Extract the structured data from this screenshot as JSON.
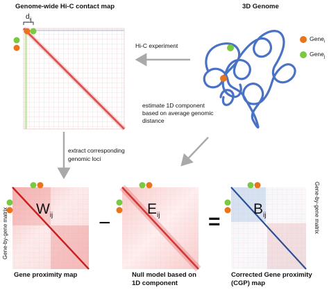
{
  "titles": {
    "hic_map": "Genome-wide Hi-C contact map",
    "genome3d": "3D Genome"
  },
  "labels": {
    "dij": "d",
    "dij_sub": "ij",
    "hic_experiment": "Hi-C experiment",
    "estimate_line1": "estimate 1D component",
    "estimate_line2": "based on average genomic",
    "estimate_line3": "distance",
    "extract_line1": "extract corresponding",
    "extract_line2": "genomic loci",
    "gene_i": "Gene",
    "gene_j": "Gene",
    "gene_i_sub": "i",
    "gene_j_sub": "j",
    "gene_by_gene_left": "Gene-by-gene matrix",
    "gene_by_gene_right": "Gene-by-gene matrix"
  },
  "matrices": {
    "w": {
      "letter": "W",
      "sub": "ij",
      "caption": "Gene proximity map"
    },
    "e": {
      "letter": "E",
      "sub": "ij",
      "caption_line1": "Null model based on",
      "caption_line2": "1D component"
    },
    "b": {
      "letter": "B",
      "sub": "ij",
      "caption_line1": "Corrected Gene proximity",
      "caption_line2": "(CGP) map"
    }
  },
  "operators": {
    "minus": "−",
    "equals": "="
  },
  "colors": {
    "gene_i": "#e8741e",
    "gene_j": "#7ac943",
    "chromatin": "#4a72c4",
    "heat": "#d7191c",
    "cold": "#2c6fbb",
    "arrow": "#a9a9a9"
  }
}
